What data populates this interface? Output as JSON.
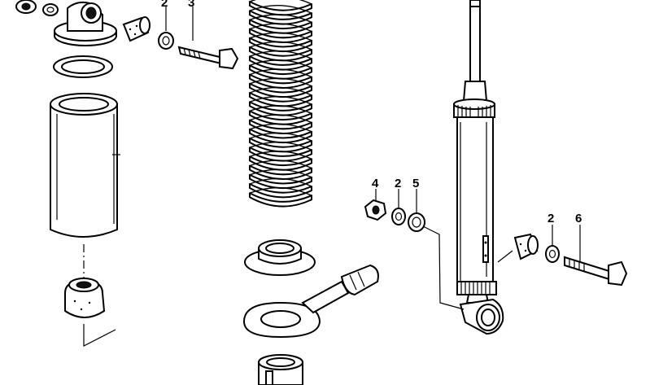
{
  "callouts": {
    "top_left_2": "2",
    "top_left_3": "3",
    "mid_4": "4",
    "mid_2": "2",
    "mid_5": "5",
    "right_2": "2",
    "right_6": "6"
  },
  "icons": [
    "bump-stop-cylinder",
    "coil-spring",
    "spring-seat",
    "spring-adjuster-lever",
    "shock-absorber",
    "mounting-bolt",
    "nut",
    "washer",
    "rubber-bushing"
  ]
}
